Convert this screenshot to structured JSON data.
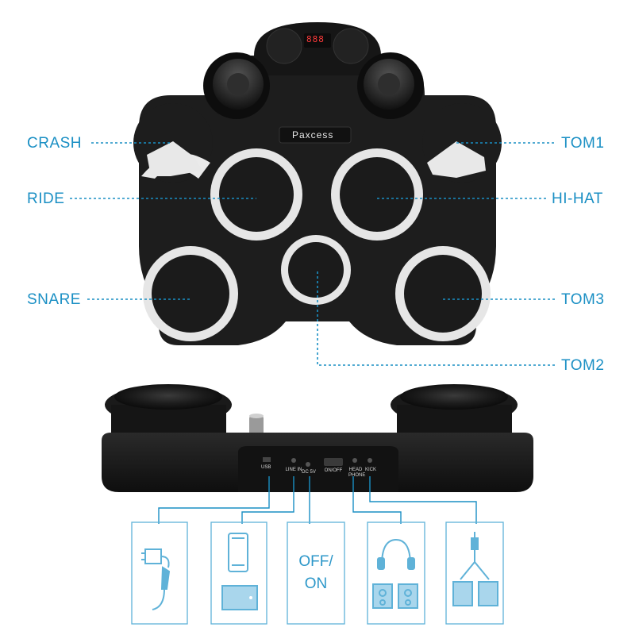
{
  "brand": "Paxcess",
  "display": "888",
  "pads": {
    "left": [
      "CRASH",
      "RIDE",
      "SNARE"
    ],
    "right": [
      "TOM1",
      "HI-HAT",
      "TOM3"
    ],
    "bottom": "TOM2"
  },
  "ports": [
    "USB",
    "LINE IN",
    "DC 5V",
    "ON/OFF",
    "HEAD PHONE",
    "KICK"
  ],
  "power_box": {
    "line1": "OFF/",
    "line2": "ON"
  },
  "colors": {
    "accent": "#1a8fc4",
    "device": "#1c1c1c",
    "ring": "#e6e6e6"
  }
}
